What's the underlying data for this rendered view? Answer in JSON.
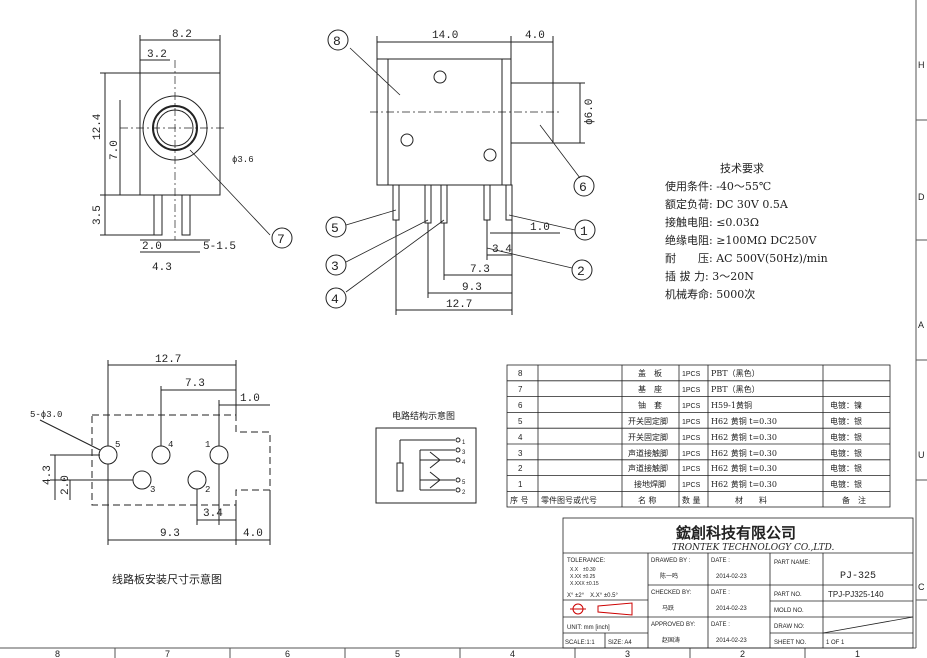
{
  "frame": {
    "right_zone_letters": [
      "H",
      "D",
      "A",
      "U",
      "C"
    ],
    "bottom_zone_numbers": [
      "8",
      "7",
      "6",
      "5",
      "4",
      "3",
      "2",
      "1"
    ]
  },
  "side_view": {
    "dims": {
      "width": "8.2",
      "offset": "3.2",
      "height": "12.4",
      "mid": "7.0",
      "lower": "3.5",
      "pin_gap": "2.0",
      "pin_w": "5-1.5",
      "base": "4.3",
      "bore": "ϕ3.6"
    },
    "callout": "7"
  },
  "top_view": {
    "dims": {
      "length": "14.0",
      "nose": "4.0",
      "nose_dia": "ϕ6.0",
      "p1": "1.0",
      "p2": "3.4",
      "p3": "7.3",
      "p4": "9.3",
      "p5": "12.7"
    },
    "callouts": [
      "8",
      "6",
      "1",
      "2",
      "5",
      "3",
      "4"
    ]
  },
  "tech": {
    "title": "技术要求",
    "lines": [
      "使用条件: -40～55℃",
      "额定负荷: DC 30V 0.5A",
      "接触电阻: ≤0.03Ω",
      "绝缘电阻: ≥100MΩ DC250V",
      "耐　　压: AC 500V(50Hz)/min",
      "插 拔 力: 3～20N",
      "机械寿命: 5000次"
    ]
  },
  "circuit": {
    "title": "电路结构示意图",
    "pins": [
      "1",
      "3",
      "4",
      "5",
      "2"
    ]
  },
  "pcb": {
    "dims": {
      "d1": "12.7",
      "d2": "7.3",
      "d3": "1.0",
      "hole": "5-ϕ3.0",
      "h1": "4.3",
      "h2": "2.0",
      "d4": "3.4",
      "d5": "9.3",
      "d6": "4.0"
    },
    "pin_labels": [
      "5",
      "4",
      "1",
      "3",
      "2"
    ],
    "caption": "线路板安装尺寸示意图"
  },
  "bom": {
    "rows": [
      {
        "no": "8",
        "name": "盖　板",
        "qty": "1PCS",
        "mat": "PBT（黑色）",
        "note": ""
      },
      {
        "no": "7",
        "name": "基　座",
        "qty": "1PCS",
        "mat": "PBT（黑色）",
        "note": ""
      },
      {
        "no": "6",
        "name": "铀　套",
        "qty": "1PCS",
        "mat": "H59-1黄铜",
        "note": "电镀：镍"
      },
      {
        "no": "5",
        "name": "开关固定脚",
        "qty": "1PCS",
        "mat": "H62 黄铜 t=0.30",
        "note": "电镀：银"
      },
      {
        "no": "4",
        "name": "开关固定脚",
        "qty": "1PCS",
        "mat": "H62 黄铜 t=0.30",
        "note": "电镀：银"
      },
      {
        "no": "3",
        "name": "声道接触脚",
        "qty": "1PCS",
        "mat": "H62 黄铜 t=0.30",
        "note": "电镀：银"
      },
      {
        "no": "2",
        "name": "声道接触脚",
        "qty": "1PCS",
        "mat": "H62 黄铜 t=0.30",
        "note": "电镀：银"
      },
      {
        "no": "1",
        "name": "接地焊脚",
        "qty": "1PCS",
        "mat": "H62 黄铜 t=0.30",
        "note": "电镀：银"
      }
    ],
    "header": {
      "no": "序 号",
      "part": "零件图号或代号",
      "name": "名 称",
      "qty": "数 量",
      "mat": "材　　料",
      "note": "备　注"
    }
  },
  "title_block": {
    "company_cn": "鋐創科技有限公司",
    "company_en": "TRONTEK TECHNOLOGY CO.,LTD.",
    "tolerance_label": "TOLERANCE:",
    "tol_lines": [
      "X.X　±0.30",
      "X.XX ±0.25",
      "X.XXX ±0.15"
    ],
    "angle": "X° ±2°　X.X° ±0.5°",
    "unit": "UNIT: mm [inch]",
    "scale": "SCALE:1:1",
    "size": "SIZE: A4",
    "drawn_by_label": "DRAWED BY :",
    "drawn_by": "陈一鸣",
    "drawn_date_label": "DATE :",
    "drawn_date": "2014-02-23",
    "checked_label": "CHECKED BY:",
    "checked_by": "马跃",
    "checked_date_label": "DATE :",
    "checked_date": "2014-02-23",
    "approved_label": "APPROVED BY:",
    "approved_by": "赵国涛",
    "approved_date_label": "DATE :",
    "approved_date": "2014-02-23",
    "part_name_label": "PART NAME:",
    "part_name": "PJ-325",
    "part_no_label": "PART NO.",
    "part_no": "TPJ-PJ325-140",
    "mold_no_label": "MOLD NO.",
    "draw_no_label": "DRAW NO:",
    "sheet_label": "SHEET NO.",
    "sheet": "1 OF 1"
  }
}
